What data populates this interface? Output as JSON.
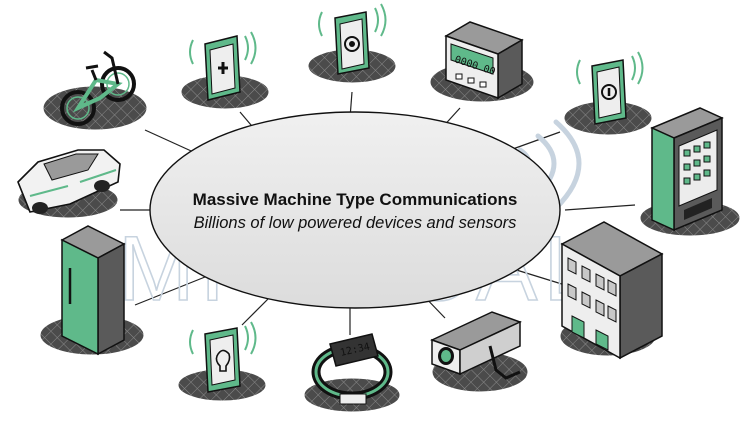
{
  "diagram": {
    "title": "Massive Machine Type Communications",
    "subtitle": "Billions of low powered devices and sensors",
    "watermark": "MPIRICAL",
    "meter_display": "0000 00",
    "watch_display": "12:34",
    "colors": {
      "accent_green": "#5fb98a",
      "ellipse_fill": "#e6e6e6",
      "base_dark": "#4a4a4a",
      "watermark": "#c7d3df"
    },
    "devices": [
      {
        "name": "bicycle",
        "icon": "bicycle-icon"
      },
      {
        "name": "medical-sensor",
        "icon": "medical-cross-icon"
      },
      {
        "name": "camera-sensor",
        "icon": "camera-icon"
      },
      {
        "name": "smart-meter",
        "icon": "meter-icon"
      },
      {
        "name": "info-sensor",
        "icon": "info-icon"
      },
      {
        "name": "vending-machine",
        "icon": "vending-machine-icon"
      },
      {
        "name": "car",
        "icon": "car-icon"
      },
      {
        "name": "refrigerator",
        "icon": "fridge-icon"
      },
      {
        "name": "building",
        "icon": "building-icon"
      },
      {
        "name": "light-sensor",
        "icon": "lightbulb-icon"
      },
      {
        "name": "smartwatch",
        "icon": "smartwatch-icon"
      },
      {
        "name": "cctv-camera",
        "icon": "cctv-icon"
      }
    ]
  }
}
